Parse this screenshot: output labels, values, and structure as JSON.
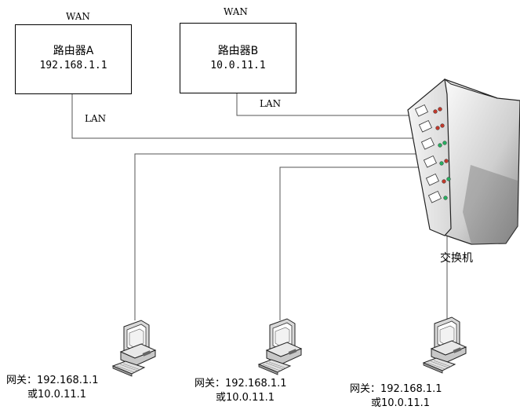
{
  "routers": [
    {
      "wan_label": "WAN",
      "name": "路由器A",
      "ip": "192.168.1.1",
      "lan_label": "LAN"
    },
    {
      "wan_label": "WAN",
      "name": "路由器B",
      "ip": "10.0.11.1",
      "lan_label": "LAN"
    }
  ],
  "switch": {
    "label": "交换机",
    "icon": "network-switch-icon"
  },
  "computers": [
    {
      "icon": "desktop-computer-icon",
      "gateway_line1": "网关：192.168.1.1",
      "gateway_line2": "或10.0.11.1"
    },
    {
      "icon": "desktop-computer-icon",
      "gateway_line1": "网关：192.168.1.1",
      "gateway_line2": "或10.0.11.1"
    },
    {
      "icon": "desktop-computer-icon",
      "gateway_line1": "网关：192.168.1.1",
      "gateway_line2": "或10.0.11.1"
    }
  ],
  "colors": {
    "line": "#000000",
    "led_red": "#c0392b",
    "led_green": "#27ae60"
  }
}
